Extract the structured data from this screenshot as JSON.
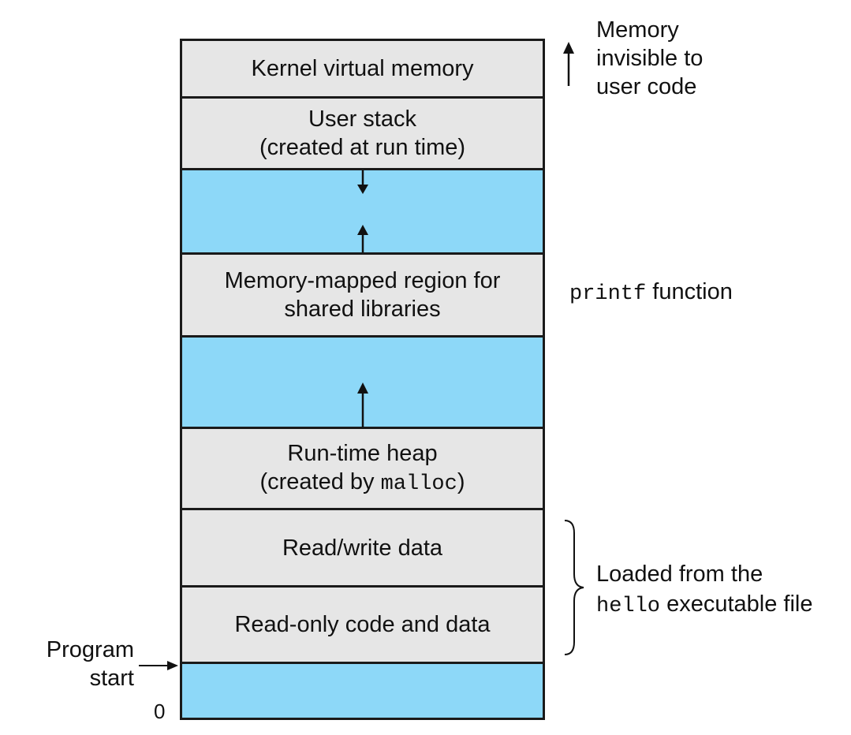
{
  "regions": [
    {
      "id": "kernel",
      "lines": [
        "Kernel virtual memory"
      ],
      "fill": "gray"
    },
    {
      "id": "user-stack",
      "lines": [
        "User stack",
        "(created at run time)"
      ],
      "fill": "gray"
    },
    {
      "id": "gap-stack",
      "lines": [],
      "fill": "blue"
    },
    {
      "id": "shared-libs",
      "lines": [
        "Memory-mapped region for",
        "shared libraries"
      ],
      "fill": "gray"
    },
    {
      "id": "gap-heap",
      "lines": [],
      "fill": "blue"
    },
    {
      "id": "heap",
      "line1": "Run-time heap",
      "line2_prefix": "(created by ",
      "line2_code": "malloc",
      "line2_suffix": ")",
      "fill": "gray"
    },
    {
      "id": "rw-data",
      "lines": [
        "Read/write data"
      ],
      "fill": "gray"
    },
    {
      "id": "ro-code",
      "lines": [
        "Read-only code and data"
      ],
      "fill": "gray"
    },
    {
      "id": "bottom",
      "lines": [],
      "fill": "blue"
    }
  ],
  "annotations": {
    "kernel_note": [
      "Memory",
      "invisible to",
      "user code"
    ],
    "printf_code": "printf",
    "printf_text": " function",
    "loaded_line1": "Loaded from the",
    "loaded_code": "hello",
    "loaded_text": " executable file",
    "program_start": [
      "Program",
      "start"
    ],
    "zero": "0"
  },
  "colors": {
    "gray_fill": "#e6e6e6",
    "blue_fill": "#8dd8f8",
    "border": "#1a1a1a"
  }
}
